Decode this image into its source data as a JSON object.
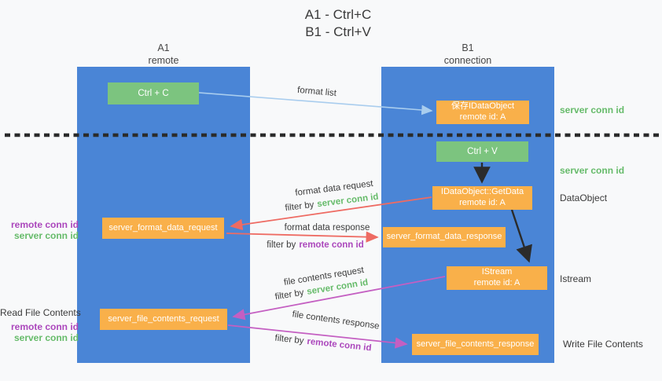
{
  "colors": {
    "background": "#f8f9fa",
    "lane_blue": "#4a85d6",
    "node_orange": "#f9b04a",
    "node_green": "#7cc47f",
    "arrow_light_blue": "#a9cdee",
    "arrow_red": "#ee6b63",
    "arrow_magenta": "#c45fc2",
    "arrow_black": "#2b2b2b",
    "conn_id_green": "#66bb6a",
    "conn_id_purple": "#ab47bc"
  },
  "title": {
    "line1": "A1 - Ctrl+C",
    "line2": "B1 - Ctrl+V"
  },
  "lanes": {
    "left": {
      "name_line": "A1",
      "role_line": "remote"
    },
    "right": {
      "name_line": "B1",
      "role_line": "connection"
    }
  },
  "nodes": {
    "ctrl_c": {
      "label": "Ctrl + C"
    },
    "save_idataobject": {
      "line1": "保存IDataObject",
      "line2": "remote id: A"
    },
    "ctrl_v": {
      "label": "Ctrl + V"
    },
    "idataobject_getdata": {
      "line1": "IDataObject::GetData",
      "line2": "remote id: A"
    },
    "server_format_data_request": {
      "label": "server_format_data_request"
    },
    "server_format_data_response": {
      "label": "server_format_data_response"
    },
    "istream": {
      "line1": "IStream",
      "line2": "remote id: A"
    },
    "server_file_contents_request": {
      "label": "server_file_contents_request"
    },
    "server_file_contents_response": {
      "label": "server_file_contents_response"
    }
  },
  "flow_labels": {
    "format_list": "format list",
    "format_data_request": "format data request",
    "format_data_response": "format data response",
    "file_contents_request": "file contents request",
    "file_contents_response": "file contents response",
    "filter_by": "filter by",
    "server_conn_id": "server conn id",
    "remote_conn_id": "remote conn id"
  },
  "side_labels": {
    "left": {
      "remote_conn_id": "remote conn id",
      "server_conn_id": "server conn id",
      "read_file_contents": "Read File Contents"
    },
    "right": {
      "server_conn_id": "server conn id",
      "dataobject": "DataObject",
      "istream": "Istream",
      "write_file_contents": "Write File Contents"
    }
  }
}
